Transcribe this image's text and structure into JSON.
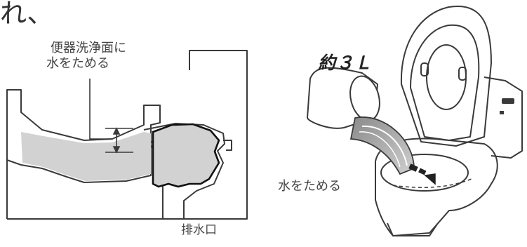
{
  "left_diagram": {
    "corner_fragment": "れ、",
    "annotation_lines": [
      "便器洗浄面に",
      "水をためる"
    ],
    "drain_label": "排水口"
  },
  "right_diagram": {
    "amount_label": "約３Ｌ",
    "water_label": "水をためる"
  },
  "colors": {
    "line": "#3a3a3a",
    "water_fill": "#d2d2d2",
    "background": "#ffffff"
  }
}
